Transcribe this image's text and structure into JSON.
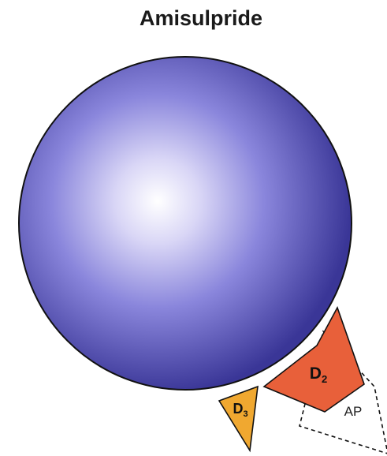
{
  "title": "Amisulpride",
  "sphere": {
    "colors": {
      "highlight": "#ffffff",
      "mid": "#8a86dc",
      "edge": "#3a3697",
      "outline": "#111111"
    }
  },
  "binding_sites": [
    {
      "id": "d2",
      "label_main": "D",
      "label_sub": "2",
      "fill": "#e8603a"
    },
    {
      "id": "d3",
      "label_main": "D",
      "label_sub": "3",
      "fill": "#f0a830"
    },
    {
      "id": "ap",
      "label": "AP",
      "fill": "#ffffff",
      "border": "dashed"
    }
  ]
}
